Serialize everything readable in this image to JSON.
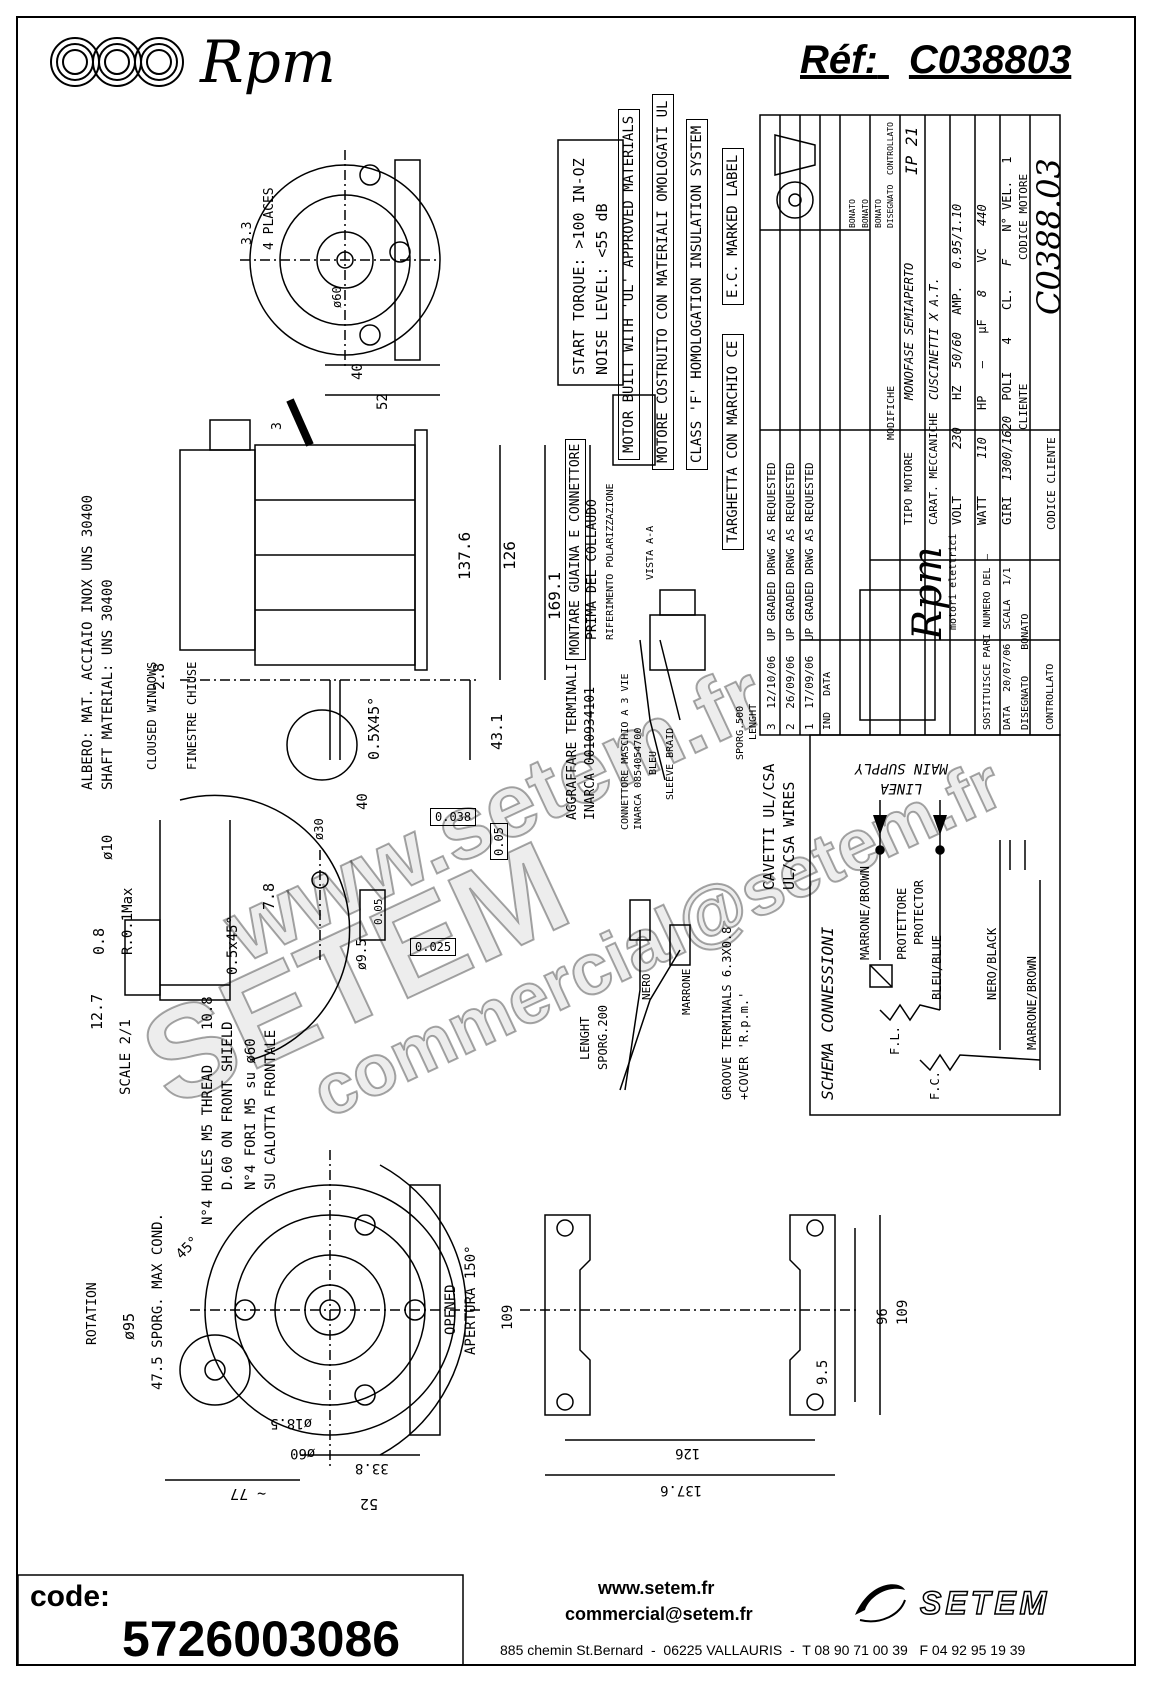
{
  "header": {
    "brand": "Rpm",
    "ref_label": "Réf:",
    "ref_code": "C038803"
  },
  "specs_notes": [
    "START TORQUE: >100 IN-OZ",
    "NOISE LEVEL: <55 dB",
    "MOTOR BUILT WITH 'UL' APPROVED MATERIALS",
    "MOTORE COSTRUITO CON MATERIALI OMOLOGATI UL",
    "CLASS 'F' HOMOLOGATION INSULATION SYSTEM",
    "E.C. MARKED LABEL",
    "TARGHETTA CON MARCHIO CE"
  ],
  "notes": {
    "shaft_it": "ALBERO: MAT. ACCIAIO INOX UNS 30400",
    "shaft_en": "SHAFT MATERIAL: UNS 30400",
    "sleeve_it": "MONTARE GUAINA E CONNETTORE",
    "sleeve_it2": "PRIMA DEL COLLAUDO",
    "hook_it": "AGGRAFFARE TERMINALI",
    "hook_it2": "INARCA 0010934101",
    "connector": "CONNETTORE MASCHIO A 3 VIE",
    "connector2": "INARCA 0854054700",
    "cables_ul": "CAVETTI UL/CSA",
    "cables_ul2": "UL/CSA WIRES",
    "polarization": "RIFERIMENTO POLARIZZAZIONE",
    "view": "VISTA A-A",
    "closed_windows": "CLOUSED WINDOWS",
    "finestre": "FINESTRE CHIUSE",
    "scale": "SCALE 2/1",
    "holes_en": "N°4 HOLES M5 THREAD",
    "holes_en2": "D.60 ON FRONT SHIELD",
    "holes_it": "N°4 FORI M5 su ø60",
    "holes_it2": "SU CALOTTA FRONTALE",
    "rotation": "ROTATION",
    "opened": "OPENED",
    "apertura": "APERTURA 150°",
    "lenght": "LENGHT",
    "sporg200": "SPORG.200",
    "groove": "GROOVE TERMINALS 6.3X0.8",
    "cover": "+COVER 'R.p.m.'",
    "nero": "NERO",
    "marrone": "MARRONE",
    "sporg500": "SPORG.500",
    "lenght500": "LENGHT",
    "bleu": "BLEU",
    "sleeve_braid": "SLEEVE BRAID"
  },
  "dimensions": {
    "d40": "40",
    "d52": "52",
    "d33": "3.3",
    "places": "4 PLACES",
    "d60": "ø60",
    "d3": "3",
    "d1376": "137.6",
    "d126": "126",
    "d1691": "169.1",
    "d431": "43.1",
    "d28": "2.8",
    "d05x45": "0.5X45°",
    "d40b": "40",
    "d30": "ø30",
    "d78": "7.8",
    "d95": "ø9.5",
    "d127": "12.7",
    "d08": "0.8",
    "d108": "10.8",
    "d05x45b": "0.5x45°",
    "r01": "R.0.1Max",
    "d10": "ø10",
    "tol1": "0.038",
    "tol2": "0.025",
    "tol3": "0.05",
    "tol4": "0.05",
    "d95b": "ø95",
    "d475": "47.5 SPORG. MAX COND.",
    "d45deg": "45°",
    "d185": "ø18.5",
    "d60b": "ø60",
    "d338": "33.8",
    "d77": "~ 77",
    "d52b": "52",
    "d109": "109",
    "d96": "96",
    "d109b": "109",
    "d95c": "9.5",
    "d126b": "126",
    "d1376b": "137.6"
  },
  "schema": {
    "title": "SCHEMA CONNESSIONI",
    "main_supply": "MAIN SUPPLY",
    "linea": "LINEA",
    "marrone_brown": "MARRONE/BROWN",
    "protettore": "PROTETTORE",
    "protector": "PROTECTOR",
    "bleu_blue": "BLEU/BLUE",
    "nero_black": "NERO/BLACK",
    "marrone_brown2": "MARRONE/BROWN",
    "fl": "F.L.",
    "fc": "F.C."
  },
  "title_block": {
    "revisions": [
      {
        "ind": "3",
        "date": "12/10/06",
        "desc": "UP GRADED DRWG AS REQUESTED",
        "sign": "BONATO"
      },
      {
        "ind": "2",
        "date": "26/09/06",
        "desc": "UP GRADED DRWG AS REQUESTED",
        "sign": "BONATO"
      },
      {
        "ind": "1",
        "date": "17/09/06",
        "desc": "UP GRADED DRWG AS REQUESTED",
        "sign": "BONATO"
      }
    ],
    "rev_header": {
      "ind": "IND",
      "date": "DATA",
      "mod": "MODIFICHE",
      "dis": "DISEGNATO",
      "ctrl": "CONTROLLATO"
    },
    "tipo_motore": "TIPO MOTORE",
    "tipo_value": "MONOFASE SEMIAPERTO",
    "ip": "IP 21",
    "carat": "CARAT. MECCANICHE",
    "carat_value": "CUSCINETTI X A.T.",
    "volt_label": "VOLT",
    "volt": "230",
    "hz_label": "HZ",
    "hz": "50/60",
    "amp_label": "AMP.",
    "amp": "0.95/1.10",
    "watt_label": "WATT",
    "watt": "110",
    "hp_label": "HP",
    "hp": "–",
    "uf_label": "µF",
    "uf": "8",
    "vc_label": "VC",
    "vc": "440",
    "giri_label": "GIRI",
    "giri": "1300/1620",
    "poli_label": "POLI",
    "poli": "4",
    "cl_label": "CL.",
    "cl": "F",
    "vel_label": "N° VEL.",
    "vel": "1",
    "cliente_label": "CLIENTE",
    "codice_motore_label": "CODICE MOTORE",
    "codice_motore": "C0388.03",
    "codice_cliente_label": "CODICE CLIENTE",
    "sostituisce": "SOSTITUISCE PARI NUMERO DEL",
    "sost_value": "–",
    "data_label": "DATA",
    "data": "20/07/06",
    "scala_label": "SCALA",
    "scala": "1/1",
    "disegnato_label": "DISEGNATO",
    "disegnato": "BONATO",
    "controllato_label": "CONTROLLATO",
    "logo": "Rpm",
    "logo_sub": "motori elettrici"
  },
  "footer": {
    "code_label": "code:",
    "code": "5726003086",
    "website": "www.setem.fr",
    "email": "commercial@setem.fr",
    "address": "885 chemin St.Bernard  -  06225 VALLAURIS  -  T 08 90 71 00 39   F 04 92 95 19 39",
    "company_logo": "SETEM"
  },
  "watermarks": [
    "www.setem.fr",
    "SETEM",
    "commercial@setem.fr"
  ]
}
